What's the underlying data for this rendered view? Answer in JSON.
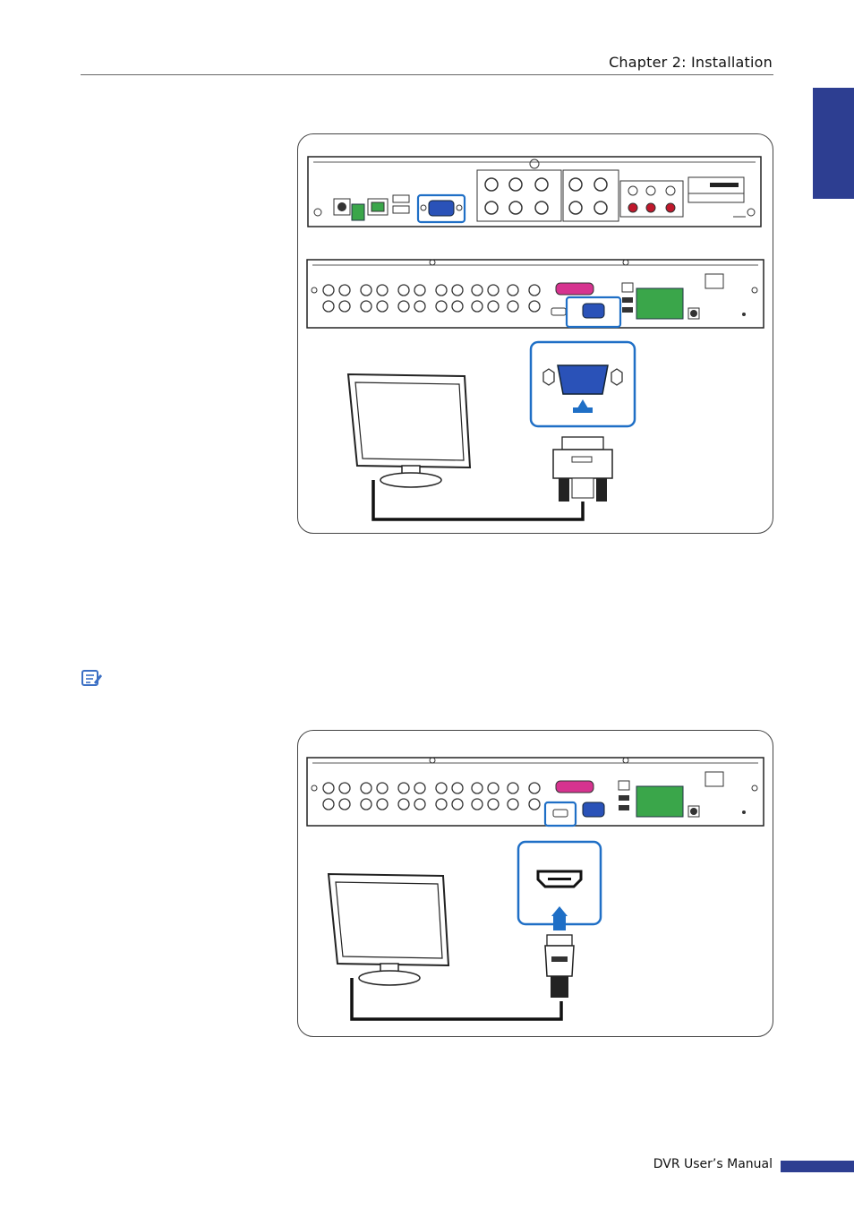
{
  "header": {
    "chapter_title": "Chapter 2: Installation"
  },
  "footer": {
    "manual_title": "DVR User’s Manual"
  },
  "figures": [
    {
      "id": "vga-connection",
      "highlight_color": "#1f6fc6"
    },
    {
      "id": "hdmi-connection",
      "highlight_color": "#1f6fc6"
    }
  ],
  "icons": {
    "note": "note-icon"
  },
  "colors": {
    "accent": "#2d3e91",
    "highlight": "#1f6fc6",
    "vga_port": "#2a52b8",
    "alarm_block": "#3aa64a",
    "parallel_port": "#d6338f",
    "audio_out": "#c0182c"
  }
}
